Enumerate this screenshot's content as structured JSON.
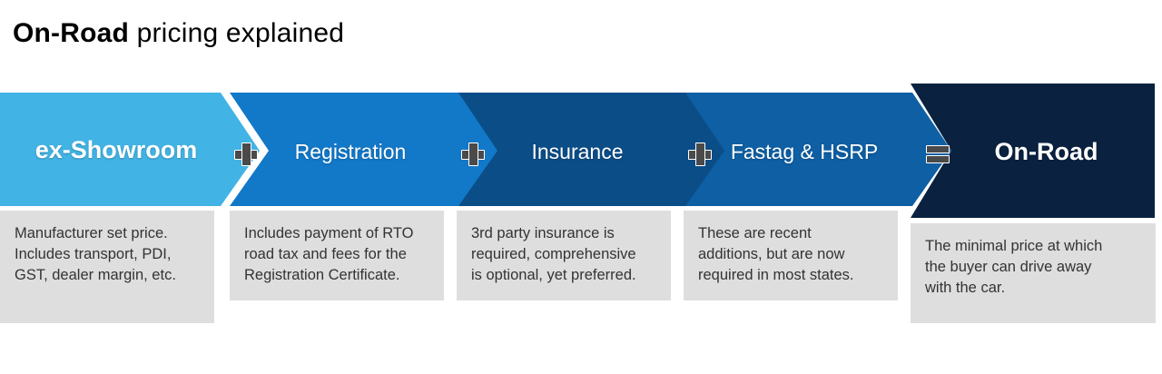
{
  "title": {
    "strong": "On-Road",
    "rest": " pricing explained"
  },
  "colors": {
    "stage_1": "#41b3e4",
    "stage_2": "#1278c8",
    "stage_3": "#0b4d87",
    "stage_4": "#0e5fa4",
    "stage_5": "#0a2240",
    "description_bg": "#dedede",
    "description_text": "#333333",
    "operator": "#4a4a4a",
    "page_bg": "#ffffff"
  },
  "flow": {
    "stages": [
      {
        "label": "ex-Showroom",
        "color": "#41b3e4",
        "description": "Manufacturer set price.\nIncludes transport, PDI,\nGST, dealer margin, etc.",
        "operator_after": "+",
        "operator_icon": "plus-icon"
      },
      {
        "label": "Registration",
        "color": "#1278c8",
        "description": "Includes payment of RTO\nroad tax and fees for the\nRegistration Certificate.",
        "operator_after": "+",
        "operator_icon": "plus-icon"
      },
      {
        "label": "Insurance",
        "color": "#0b4d87",
        "description": "3rd party insurance is\nrequired, comprehensive\nis optional, yet preferred.",
        "operator_after": "+",
        "operator_icon": "plus-icon"
      },
      {
        "label": "Fastag & HSRP",
        "color": "#0e5fa4",
        "description": "These are recent\nadditions, but are now\nrequired in most states.",
        "operator_after": "=",
        "operator_icon": "equals-icon"
      },
      {
        "label": "On-Road",
        "color": "#0a2240",
        "description": "The minimal price at which\nthe buyer can drive away\nwith the car.",
        "operator_after": "",
        "operator_icon": ""
      }
    ]
  }
}
